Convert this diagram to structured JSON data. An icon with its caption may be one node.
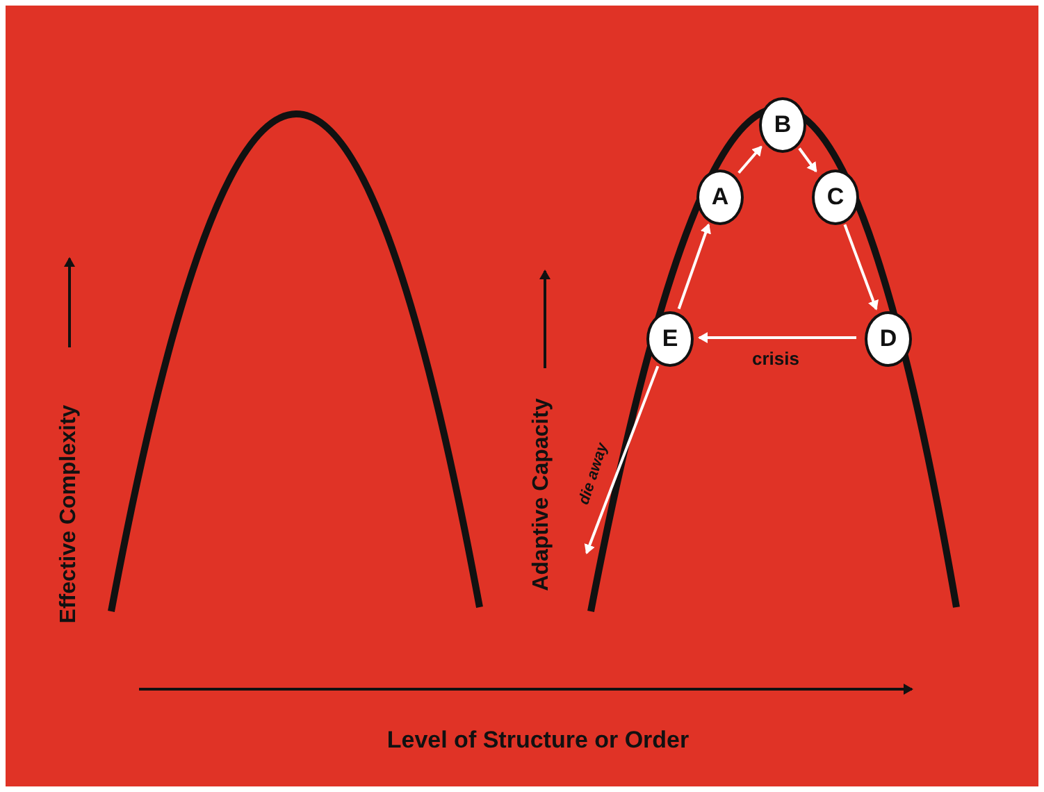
{
  "diagram": {
    "nodes": [
      {
        "text": [
          "A"
        ]
      },
      {
        "text": [
          "B"
        ]
      },
      {
        "text": [
          "C"
        ]
      },
      {
        "text": [
          "D"
        ]
      },
      {
        "text": [
          "E"
        ]
      }
    ],
    "edges": [
      {
        "from": 4,
        "to": 0,
        "arrow": "to"
      },
      {
        "from": 0,
        "to": 1,
        "arrow": "to"
      },
      {
        "from": 1,
        "to": 2,
        "arrow": "to"
      },
      {
        "from": 2,
        "to": 3,
        "arrow": "to"
      },
      {
        "from": 3,
        "to": 4,
        "arrow": "to",
        "label": "crisis"
      },
      {
        "from": 4,
        "to": null,
        "arrow": "to",
        "label": "die away"
      }
    ],
    "labels": [
      "Effective Complexity",
      "Adaptive Capacity",
      "Level of Structure or Order"
    ]
  }
}
